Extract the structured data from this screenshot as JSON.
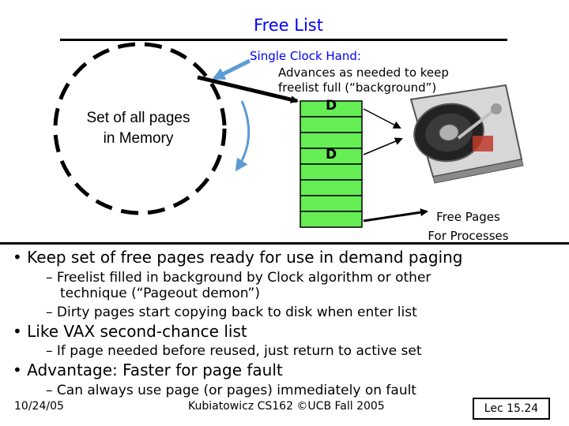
{
  "slide": {
    "title": "Free List",
    "clock_hand_title": "Single Clock Hand:",
    "clock_hand_desc_line1": "Advances as needed to keep",
    "clock_hand_desc_line2": "freelist full (“background”)",
    "set_label_line1": "Set of all pages",
    "set_label_line2": "in Memory",
    "dirty_marker_1": "D",
    "dirty_marker_2": "D",
    "free_pages_line1": "Free Pages",
    "free_pages_line2": "For Processes"
  },
  "bullets": [
    "• Keep set of free pages ready for use in demand paging",
    "– Freelist filled in background by Clock algorithm or other",
    "technique (“Pageout demon”)",
    "– Dirty pages start copying back to disk when enter list",
    "• Like VAX second-chance list",
    "– If page needed before reused, just return to active set",
    "• Advantage: Faster for page fault",
    "– Can always use page (or pages) immediately on fault"
  ],
  "footer": {
    "date": "10/24/05",
    "course": "Kubiatowicz CS162 ©UCB Fall 2005",
    "lecture": "Lec 15.24"
  },
  "colors": {
    "title": "#0000ff",
    "queue_fill": "#66ee55",
    "arrow_blue": "#5b9bd5"
  }
}
